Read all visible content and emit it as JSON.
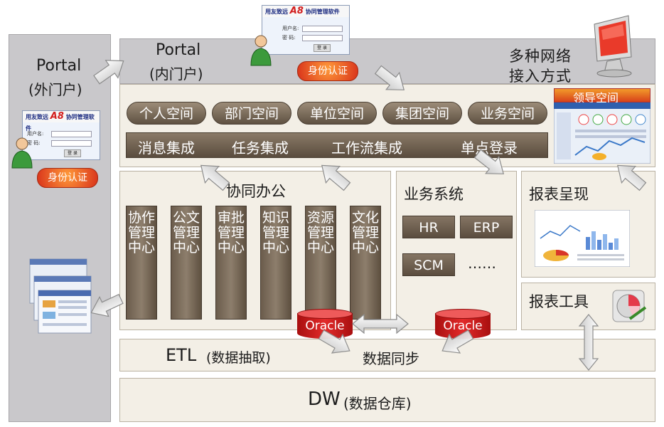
{
  "external_portal": {
    "title": "Portal",
    "subtitle": "(外门户)",
    "auth_badge": "身份认证"
  },
  "internal_portal": {
    "title": "Portal",
    "subtitle": "(内门户)",
    "auth_badge": "身份认证"
  },
  "login_window": {
    "brand": "用友致远",
    "logo_mark": "A8",
    "product": "协同管理软件",
    "username_label": "用户名:",
    "password_label": "密 码:",
    "button": "登 录"
  },
  "network_access": {
    "line1": "多种网络",
    "line2": "接入方式"
  },
  "leader_space": {
    "label": "领导空间"
  },
  "spaces": [
    "个人空间",
    "部门空间",
    "单位空间",
    "集团空间",
    "业务空间"
  ],
  "integration": [
    "消息集成",
    "任务集成",
    "工作流集成",
    "单点登录"
  ],
  "collab_office": {
    "title": "协同办公",
    "centers": [
      "协作管理中心",
      "公文管理中心",
      "审批管理中心",
      "知识管理中心",
      "资源管理中心",
      "文化管理中心"
    ]
  },
  "business_systems": {
    "title": "业务系统",
    "items": [
      "HR",
      "ERP",
      "SCM"
    ],
    "more": "……"
  },
  "report_display": {
    "title": "报表呈现"
  },
  "report_tools": {
    "title": "报表工具"
  },
  "oracle": {
    "left": "Oracle",
    "right": "Oracle"
  },
  "etl": {
    "title": "ETL",
    "subtitle": "(数据抽取)",
    "sync": "数据同步"
  },
  "dw": {
    "title": "DW",
    "subtitle": "(数据仓库)"
  },
  "colors": {
    "panel_bg": "#f3efe6",
    "gray_band": "#c9c8cb",
    "pill": "#7a6a57",
    "oracle_red": "#d42020",
    "badge_orange": "#e8551f"
  }
}
